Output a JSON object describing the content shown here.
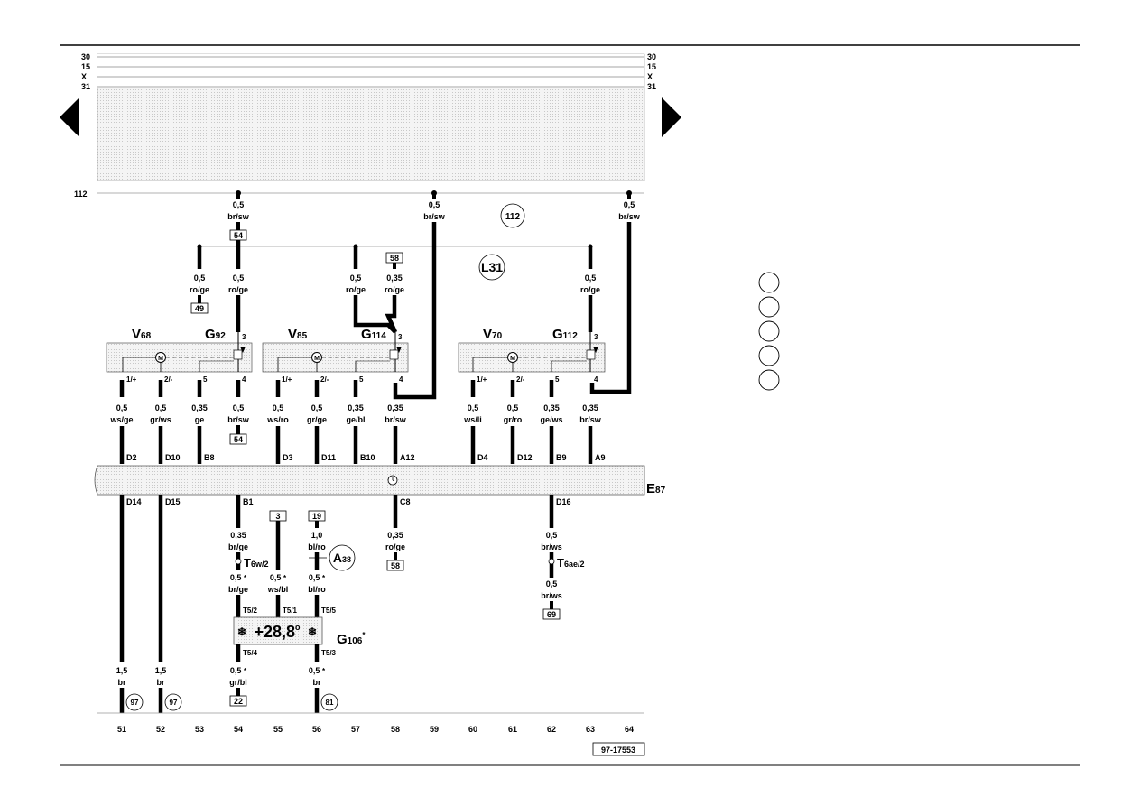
{
  "bus_labels": {
    "left": [
      "30",
      "15",
      "X",
      "31"
    ],
    "right": [
      "30",
      "15",
      "X",
      "31"
    ]
  },
  "ground_ref": "112",
  "ground_circle": "112",
  "line_ref_circle": "L31",
  "ground_taps": [
    {
      "size": "0,5",
      "color": "br/sw",
      "ref": "54"
    },
    {
      "size": "0,5",
      "color": "br/sw"
    },
    {
      "size": "0,5",
      "color": "br/sw"
    }
  ],
  "upper_wires": [
    {
      "size": "0,5",
      "color": "ro/ge",
      "ref": "49"
    },
    {
      "size": "0,5",
      "color": "ro/ge"
    },
    {
      "size": "0,5",
      "color": "ro/ge"
    },
    {
      "size": "0,35",
      "color": "ro/ge",
      "ref": "58"
    },
    {
      "size": "0,5",
      "color": "ro/ge"
    }
  ],
  "motors": [
    {
      "v_main": "V",
      "v_sub": "68",
      "g_main": "G",
      "g_sub": "92"
    },
    {
      "v_main": "V",
      "v_sub": "85",
      "g_main": "G",
      "g_sub": "114"
    },
    {
      "v_main": "V",
      "v_sub": "70",
      "g_main": "G",
      "g_sub": "112"
    }
  ],
  "pins": [
    "1/+",
    "2/-",
    "5",
    "4",
    "3"
  ],
  "motor_symbol": "M",
  "lower_wires": [
    {
      "size": "0,5",
      "color": "ws/ge",
      "conn": "D2"
    },
    {
      "size": "0,5",
      "color": "gr/ws",
      "conn": "D10"
    },
    {
      "size": "0,35",
      "color": "ge",
      "conn": "B8"
    },
    {
      "size": "0,5",
      "color": "br/sw",
      "ref": "54"
    },
    {
      "size": "0,5",
      "color": "ws/ro",
      "conn": "D3"
    },
    {
      "size": "0,5",
      "color": "gr/ge",
      "conn": "D11"
    },
    {
      "size": "0,35",
      "color": "ge/bl",
      "conn": "B10"
    },
    {
      "size": "0,35",
      "color": "br/sw",
      "conn": "A12"
    },
    {
      "size": "0,5",
      "color": "ws/li",
      "conn": "D4"
    },
    {
      "size": "0,5",
      "color": "gr/ro",
      "conn": "D12"
    },
    {
      "size": "0,35",
      "color": "ge/ws",
      "conn": "B9"
    },
    {
      "size": "0,35",
      "color": "br/sw",
      "conn": "A9"
    }
  ],
  "control_unit": {
    "main": "E",
    "sub": "87"
  },
  "cu_bottom_conns": [
    "D14",
    "D15",
    "B1",
    "C8",
    "D16"
  ],
  "wire_b1": {
    "size": "0,35",
    "color": "br/ge"
  },
  "wire_c8": {
    "size": "0,35",
    "color": "ro/ge",
    "ref": "58"
  },
  "wire_d16": {
    "size": "0,5",
    "color": "br/ws"
  },
  "wire_d16_lower": {
    "size": "0,5",
    "color": "br/ws",
    "ref": "69"
  },
  "ref_boxes": [
    "3",
    "19"
  ],
  "wire_19": {
    "size": "1,0",
    "color": "bl/ro"
  },
  "conn_t6w": {
    "main": "T",
    "sub": "6w/2"
  },
  "conn_t6ae": {
    "main": "T",
    "sub": "6ae/2"
  },
  "a38": {
    "main": "A",
    "sub": "38"
  },
  "star_wires": [
    {
      "size": "0,5",
      "star": "*",
      "color": "br/ge"
    },
    {
      "size": "0,5",
      "star": "*",
      "color": "ws/bl"
    },
    {
      "size": "0,5",
      "star": "*",
      "color": "bl/ro"
    }
  ],
  "t5_pins": [
    "T5/2",
    "T5/1",
    "T5/5",
    "T5/4",
    "T5/3"
  ],
  "sensor_display": "+28,8",
  "sensor_degree": "o",
  "g106": {
    "main": "G",
    "sub": "106",
    "star": "*"
  },
  "bottom_wires": [
    {
      "size": "1,5",
      "color": "br",
      "circle": "97"
    },
    {
      "size": "1,5",
      "color": "br",
      "circle": "97"
    },
    {
      "size": "0,5",
      "star": "*",
      "color": "gr/bl",
      "ref": "22"
    },
    {
      "size": "0,5",
      "star": "*",
      "color": "br",
      "circle": "81"
    }
  ],
  "columns": [
    "51",
    "52",
    "53",
    "54",
    "55",
    "56",
    "57",
    "58",
    "59",
    "60",
    "61",
    "62",
    "63",
    "64"
  ],
  "drawing_id": "97-17553",
  "colors": {
    "ink": "#000000",
    "shade": "#e8e8e8",
    "panel": "#f2f2f2"
  }
}
